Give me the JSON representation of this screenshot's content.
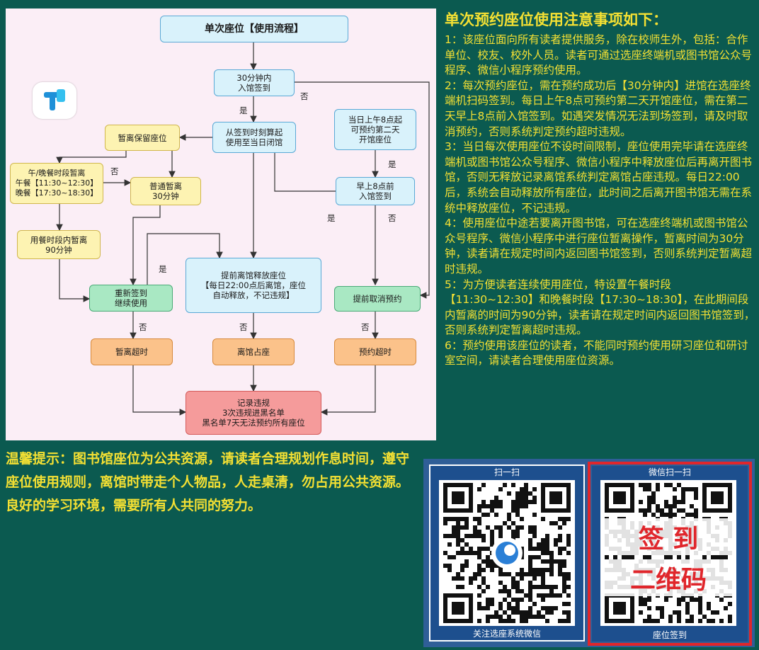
{
  "flowchart": {
    "title": "单次座位【使用流程】",
    "nodes": {
      "checkin30": "30分钟内\n入馆签到",
      "usage": "从签到时刻算起\n使用至当日闭馆",
      "advance": "当日上午8点起\n可预约第二天\n开馆座位",
      "hold": "暂离保留座位",
      "meal": "午/晚餐时段暂离\n午餐【11:30~12:30】\n晚餐【17:30~18:30】",
      "normal": "普通暂离\n30分钟",
      "morning": "早上8点前\n入馆签到",
      "meal90": "用餐时段内暂离\n90分钟",
      "release": "提前离馆释放座位\n【每日22:00点后离馆，座位\n自动释放，不记违规】",
      "resign": "重新签到\n继续使用",
      "cancel": "提前取消预约",
      "timeout_leave": "暂离超时",
      "occupy": "离馆占座",
      "timeout_book": "预约超时",
      "violation": "记录违规\n3次违规进黑名单\n黑名单7天无法预约所有座位"
    },
    "labels": {
      "yes": "是",
      "no": "否"
    }
  },
  "notes": {
    "title": "单次预约座位使用注意事项如下：",
    "items": [
      "1：该座位面向所有读者提供服务，除在校师生外，包括：合作单位、校友、校外人员。读者可通过选座终端机或图书馆公众号程序、微信小程序预约使用。",
      "2：每次预约座位，需在预约成功后【30分钟内】进馆在选座终端机扫码签到。每日上午8点可预约第二天开馆座位，需在第二天早上8点前入馆签到。如遇突发情况无法到场签到，请及时取消预约，否则系统判定预约超时违规。",
      "3：当日每次使用座位不设时间限制，座位使用完毕请在选座终端机或图书馆公众号程序、微信小程序中释放座位后再离开图书馆，否则无释放记录离馆系统判定离馆占座违规。每日22:00后，系统会自动释放所有座位，此时间之后离开图书馆无需在系统中释放座位，不记违规。",
      "4：使用座位中途若要离开图书馆，可在选座终端机或图书馆公众号程序、微信小程序中进行座位暂离操作，暂离时间为30分钟，读者请在规定时间内返回图书馆签到，否则系统判定暂离超时违规。",
      "5：为方便读者连续使用座位，特设置午餐时段【11:30~12:30】和晚餐时段【17:30~18:30】，在此期间段内暂离的时间为90分钟，读者请在规定时间内返回图书馆签到，否则系统判定暂离超时违规。",
      "6：预约使用该座位的读者，不能同时预约使用研习座位和研讨室空间，请读者合理使用座位资源。"
    ]
  },
  "tips": "温馨提示：图书馆座位为公共资源，请读者合理规划作息时间，遵守座位使用规则，离馆时带走个人物品，人走桌清，勿占用公共资源。良好的学习环境，需要所有人共同的努力。",
  "qr": {
    "left": {
      "header": "扫一扫",
      "footer": "关注选座系统微信"
    },
    "right": {
      "header": "微信扫一扫",
      "footer": "座位签到",
      "overlay_line1": "签 到",
      "overlay_line2": "二维码"
    }
  },
  "colors": {
    "background": "#0b5a50",
    "notes_text": "#f4e033",
    "qr_frame": "#e0262b"
  },
  "icons": {
    "logo": "app-logo-icon",
    "qr": "qr-code-icon"
  }
}
